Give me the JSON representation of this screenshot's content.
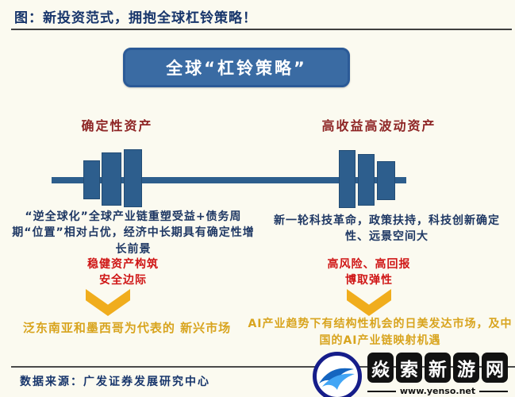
{
  "header": {
    "title": "图：新投资范式，拥抱全球杠铃策略！"
  },
  "banner": {
    "label": "全球“杠铃策略”"
  },
  "left_column": {
    "asset_label": "确定性资产",
    "description": "“逆全球化”全球产业链重塑受益+债务周期“位置”相对占优，经济中长期具有确定性增长前景",
    "highlight_line1": "稳健资产构筑",
    "highlight_line2": "安全边际",
    "conclusion": "泛东南亚和墨西哥为代表的 新兴市场"
  },
  "right_column": {
    "asset_label": "高收益高波动资产",
    "description": "新一轮科技革命，政策扶持，科技创新确定性、远景空间大",
    "highlight_line1": "高风险、高回报",
    "highlight_line2": "博取弹性",
    "conclusion": "AI产业趋势下有结构性机会的日美发达市场，及中国的AI产业链映射机遇"
  },
  "footer": {
    "source": "数据来源：广发证券发展研究中心"
  },
  "watermark": {
    "chars": [
      "焱",
      "索",
      "新",
      "游",
      "网"
    ],
    "site_url": "www.yenso.net"
  },
  "colors": {
    "background": "#fbfaf0",
    "title_navy": "#17356b",
    "banner_blue": "#3a6ba3",
    "asset_label_red": "#8e2525",
    "barbell_blue": "#2d5e8d",
    "description_navy": "#1f3864",
    "highlight_red": "#cf1515",
    "arrow_gold": "#f0ad1d",
    "conclusion_gold": "#d8a41e"
  }
}
